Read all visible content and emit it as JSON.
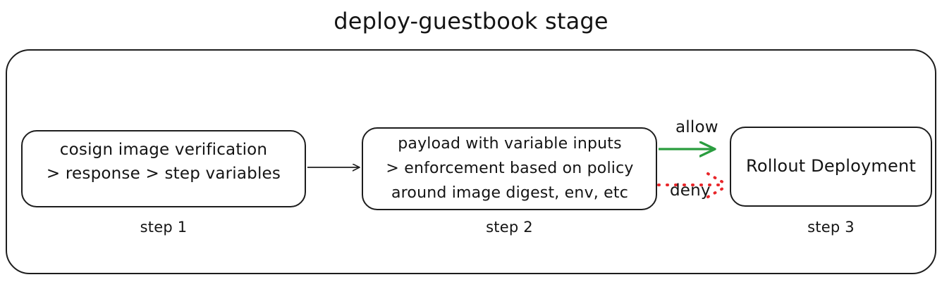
{
  "diagram": {
    "title": "deploy-guestbook stage",
    "container_name": "stage-container",
    "steps": [
      {
        "id": "step1",
        "label": "step 1",
        "lines": [
          "cosign image verification",
          "> response > step variables"
        ]
      },
      {
        "id": "step2",
        "label": "step 2",
        "lines": [
          "payload with variable inputs",
          "> enforcement based on policy",
          "around image digest, env, etc"
        ]
      },
      {
        "id": "step3",
        "label": "step 3",
        "lines": [
          "Rollout Deployment"
        ]
      }
    ],
    "connectors": [
      {
        "id": "step1-to-step2",
        "label": "",
        "style": "solid",
        "color": "#1d1d1d"
      },
      {
        "id": "step2-to-step3-allow",
        "label": "allow",
        "style": "solid",
        "color": "#2a9d3f"
      },
      {
        "id": "step2-to-step3-deny",
        "label": "deny",
        "style": "dotted",
        "color": "#e8262a"
      }
    ],
    "colors": {
      "stroke": "#1d1d1d",
      "background": "#ffffff",
      "allow": "#2a9d3f",
      "deny": "#e8262a",
      "text": "#141414"
    }
  }
}
